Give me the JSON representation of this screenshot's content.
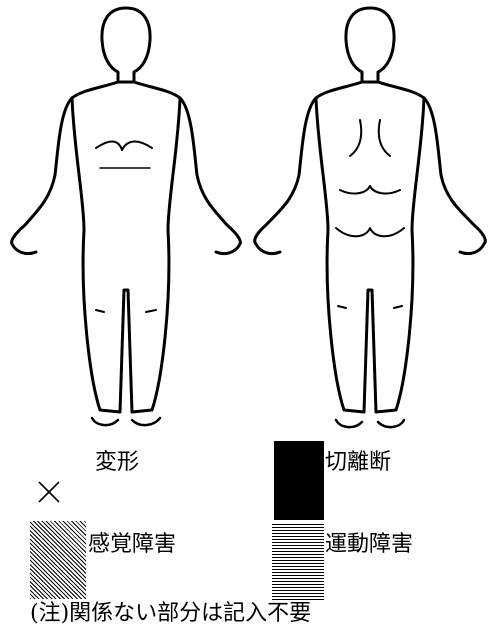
{
  "legend": {
    "deformity_label": "変形",
    "amputation_label": "切離断",
    "sensory_label": "感覚障害",
    "motor_label": "運動障害"
  },
  "note": "(注)関係ない部分は記入不要"
}
